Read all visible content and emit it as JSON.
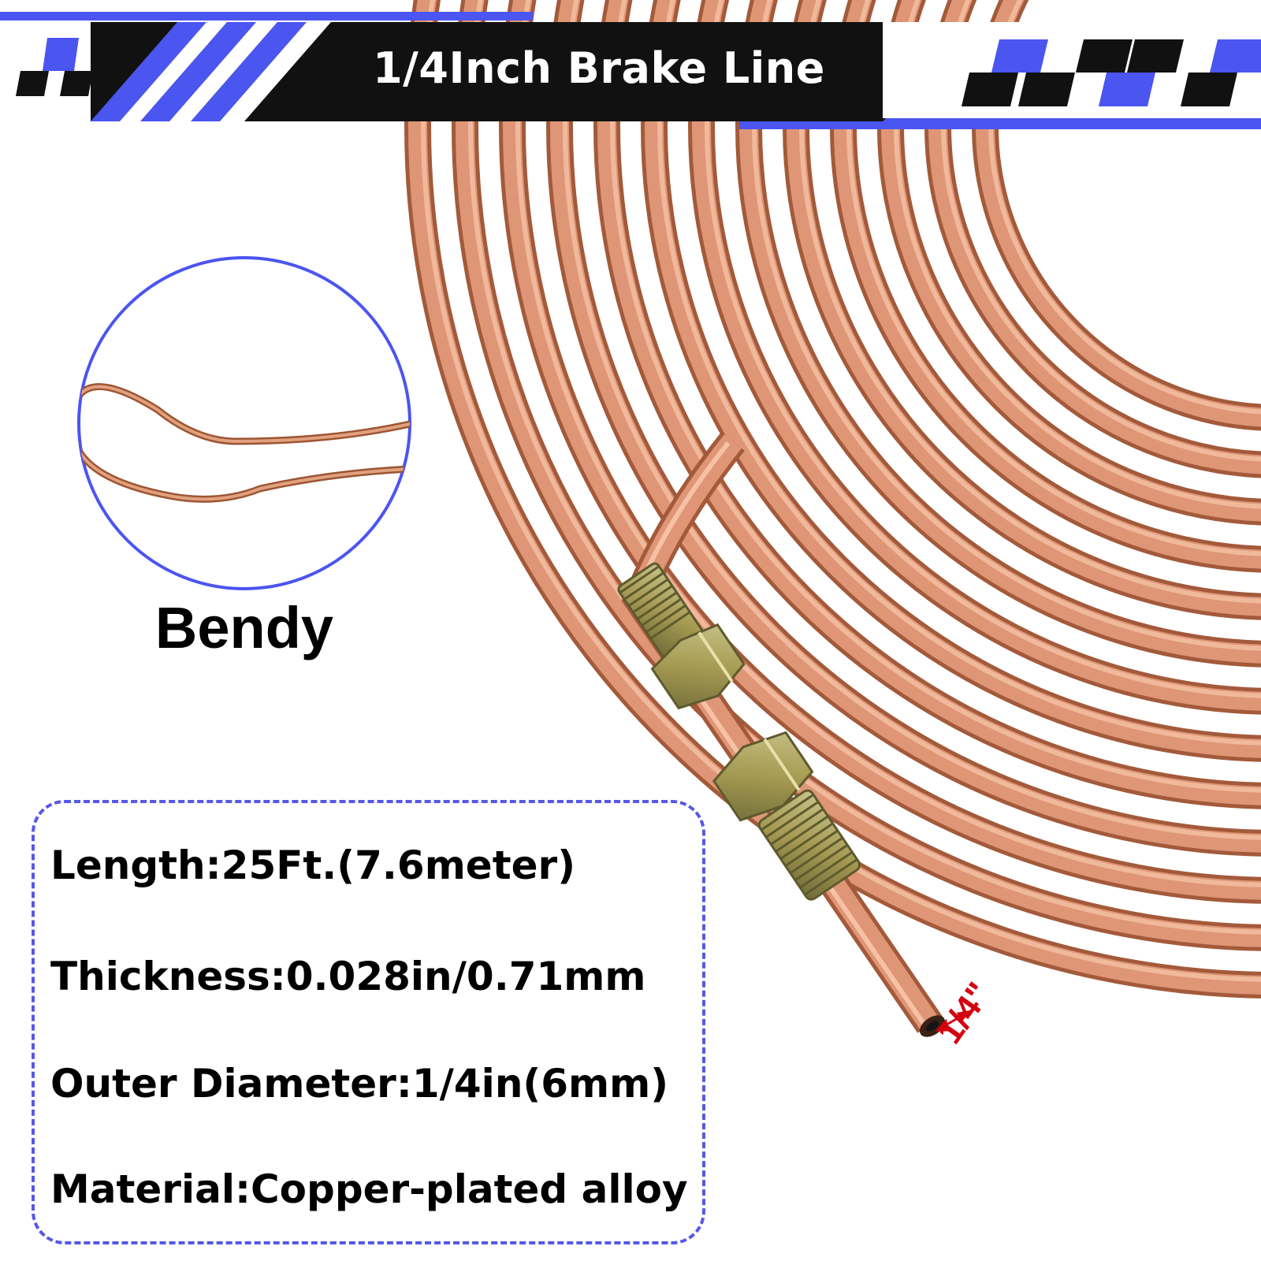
{
  "header": {
    "title": "1/4Inch Brake Line"
  },
  "inset": {
    "caption": "Bendy"
  },
  "specs": {
    "length": "Length:25Ft.(7.6meter)",
    "thickness": "Thickness:0.028in/0.71mm",
    "outer_diameter": "Outer Diameter:1/4in(6mm)",
    "material": "Material:Copper-plated alloy"
  },
  "dimension_label": "1/4\"",
  "colors": {
    "accent_blue": "#4b55f0",
    "banner_black": "#111111",
    "copper": "#d98c6a",
    "dimension_red": "#d4000f"
  }
}
